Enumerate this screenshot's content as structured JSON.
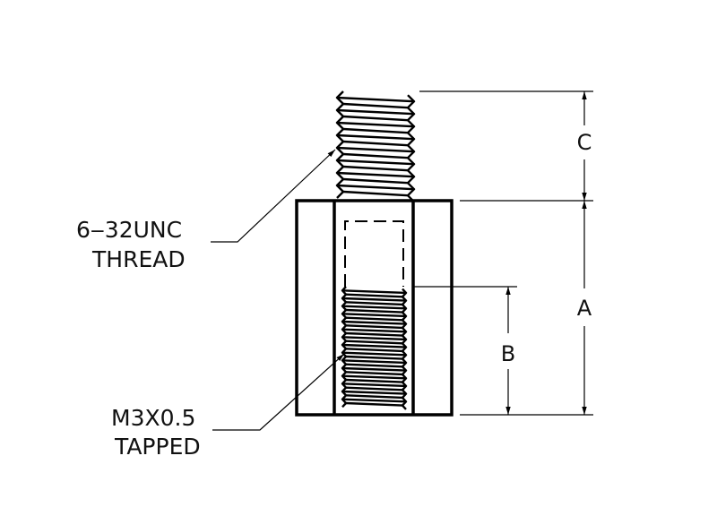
{
  "labels": {
    "stud_thread_line1": "6‒32UNC",
    "stud_thread_line2": "THREAD",
    "tapped_line1": "M3X0.5",
    "tapped_line2": "TAPPED"
  },
  "dimensions": {
    "c": "C",
    "a": "A",
    "b": "B"
  },
  "colors": {
    "line": "#000000",
    "background": "#ffffff"
  }
}
